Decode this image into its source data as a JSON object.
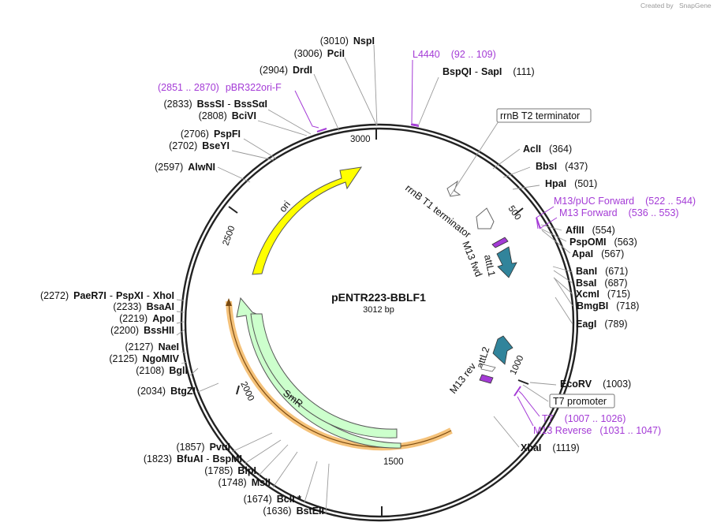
{
  "credit": {
    "created_by": "Created by",
    "brand": "SnapGene"
  },
  "plasmid": {
    "name": "pENTR223-BBLF1",
    "length": "3012 bp"
  },
  "ticks": [
    "3000",
    "500",
    "1000",
    "1500",
    "2000",
    "2500"
  ],
  "enzymes": [
    {
      "name": "NspI",
      "pos": "(3010)"
    },
    {
      "name": "PciI",
      "pos": "(3006)"
    },
    {
      "name": "DrdI",
      "pos": "(2904)"
    },
    {
      "name": "BssSI",
      "alt": "BssSαI",
      "pos": "(2833)"
    },
    {
      "name": "BciVI",
      "pos": "(2808)"
    },
    {
      "name": "PspFI",
      "pos": "(2706)"
    },
    {
      "name": "BseYI",
      "pos": "(2702)"
    },
    {
      "name": "AlwNI",
      "pos": "(2597)"
    },
    {
      "name": "PaeR7I",
      "alt": "PspXI",
      "alt2": "XhoI",
      "pos": "(2272)"
    },
    {
      "name": "BsaAI",
      "pos": "(2233)"
    },
    {
      "name": "ApoI",
      "pos": "(2219)"
    },
    {
      "name": "BssHII",
      "pos": "(2200)"
    },
    {
      "name": "NaeI",
      "pos": "(2127)"
    },
    {
      "name": "NgoMIV",
      "pos": "(2125)"
    },
    {
      "name": "BglI",
      "pos": "(2108)"
    },
    {
      "name": "BtgZI",
      "pos": "(2034)"
    },
    {
      "name": "PvuI",
      "pos": "(1857)"
    },
    {
      "name": "BfuAI",
      "alt": "BspMI",
      "pos": "(1823)"
    },
    {
      "name": "BlpI",
      "pos": "(1785)"
    },
    {
      "name": "MslI",
      "pos": "(1748)"
    },
    {
      "name": "BclI *",
      "pos": "(1674)"
    },
    {
      "name": "BstEII",
      "pos": "(1636)"
    },
    {
      "name": "BspQI",
      "alt": "SapI",
      "pos": "(111)"
    },
    {
      "name": "AclI",
      "pos": "(364)"
    },
    {
      "name": "BbsI",
      "pos": "(437)"
    },
    {
      "name": "HpaI",
      "pos": "(501)"
    },
    {
      "name": "AflII",
      "pos": "(554)"
    },
    {
      "name": "PspOMI",
      "pos": "(563)"
    },
    {
      "name": "ApaI",
      "pos": "(567)"
    },
    {
      "name": "BanI",
      "pos": "(671)"
    },
    {
      "name": "BsaI",
      "pos": "(687)"
    },
    {
      "name": "XcmI",
      "pos": "(715)"
    },
    {
      "name": "BmgBI",
      "pos": "(718)"
    },
    {
      "name": "EagI",
      "pos": "(789)"
    },
    {
      "name": "EcoRV",
      "pos": "(1003)"
    },
    {
      "name": "XbaI",
      "pos": "(1119)"
    }
  ],
  "primers": [
    {
      "name": "L4440",
      "range": "(92 .. 109)"
    },
    {
      "name": "pBR322ori-F",
      "range": "(2851 .. 2870)"
    },
    {
      "name": "M13/pUC Forward",
      "range": "(522 .. 544)"
    },
    {
      "name": "M13 Forward",
      "range": "(536 .. 553)"
    },
    {
      "name": "T7",
      "range": "(1007 .. 1026)"
    },
    {
      "name": "M13 Reverse",
      "range": "(1031 .. 1047)"
    }
  ],
  "boxed_features": [
    "rrnB T2 terminator",
    "T7 promoter"
  ],
  "inner_features": {
    "rrnB_t1": "rrnB T1 terminator",
    "m13_fwd": "M13 fwd",
    "attL1": "attL1",
    "attL2": "attL2",
    "m13_rev": "M13 rev",
    "ori": "ori",
    "smr": "SmR"
  },
  "colors": {
    "ori": "#ffff00",
    "smr": "#ccffcc",
    "att": "#31849b",
    "primer": "#a43bd6",
    "highlight": "#f5c27a"
  }
}
